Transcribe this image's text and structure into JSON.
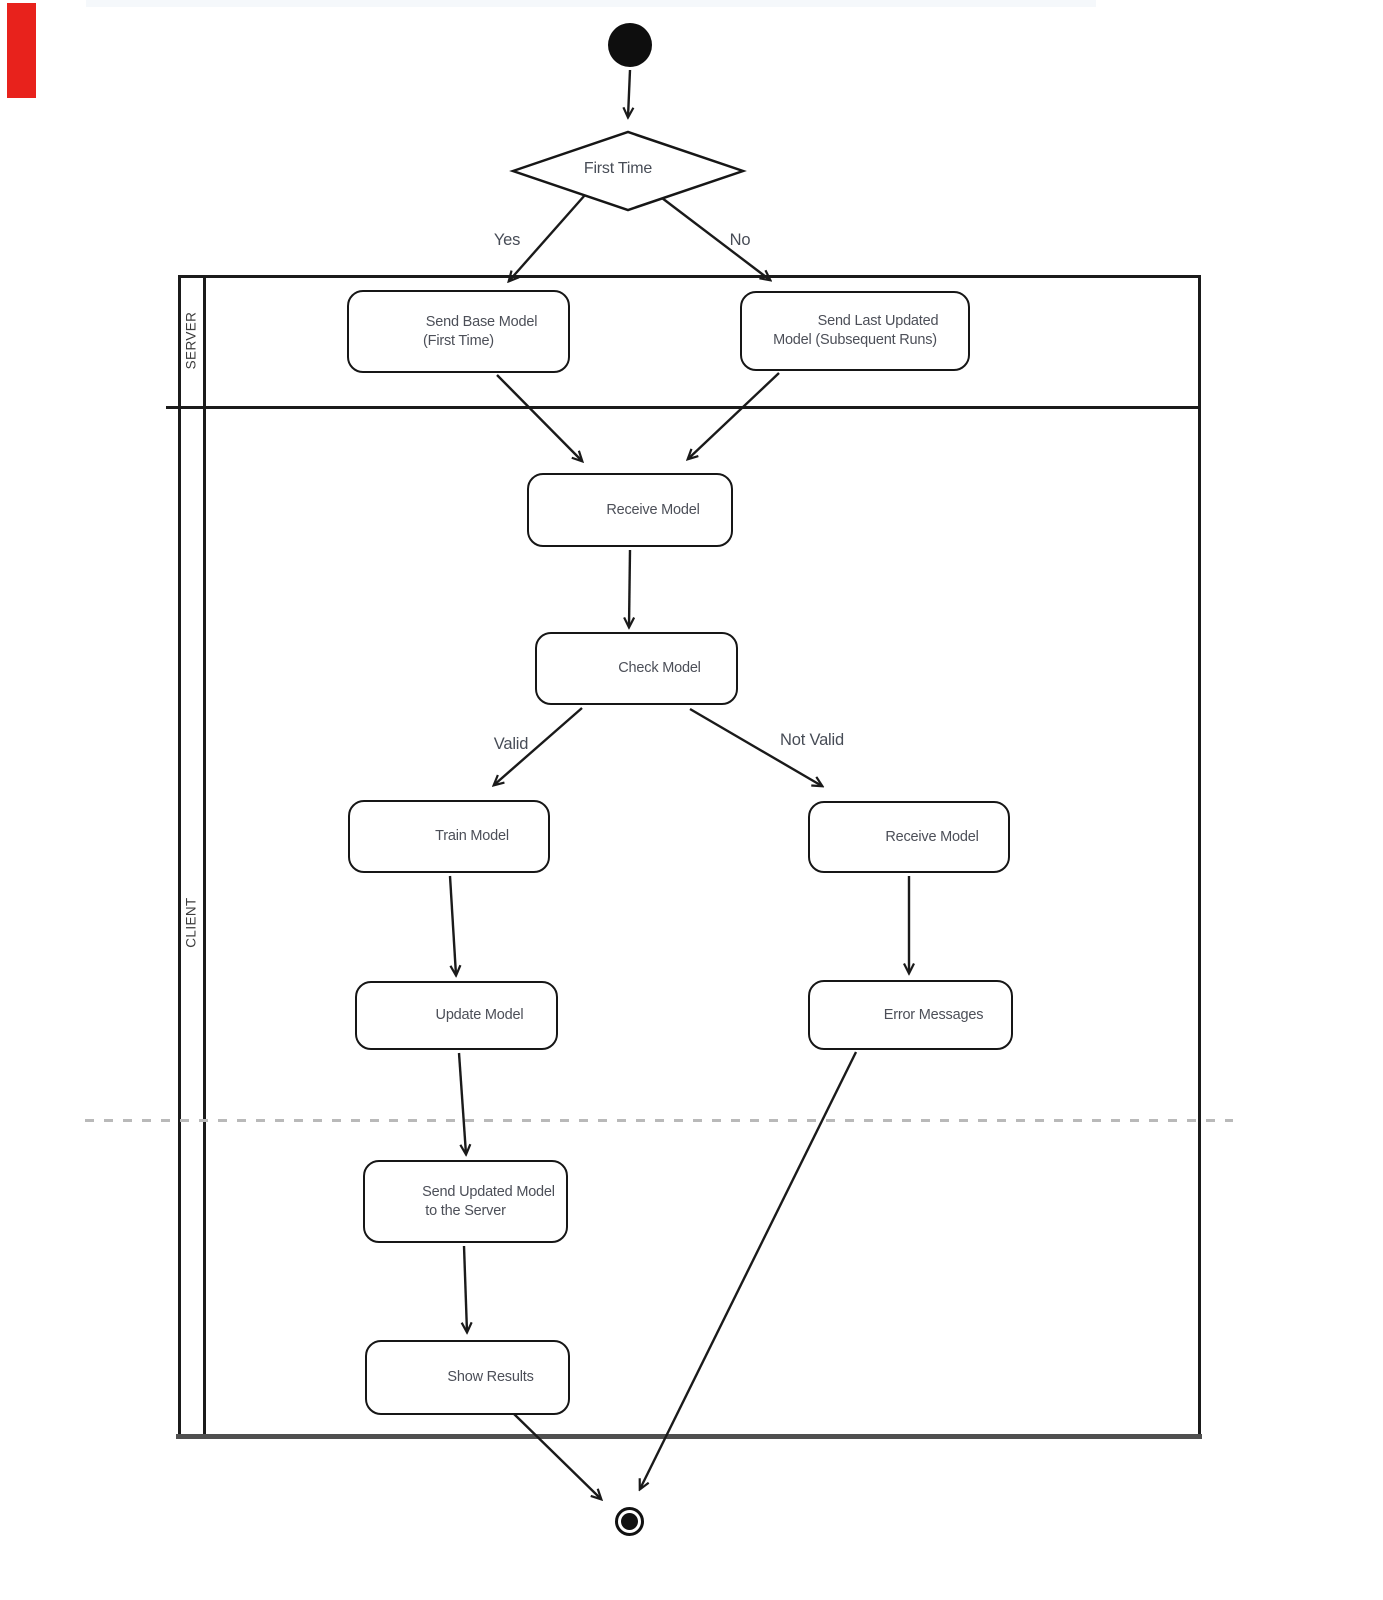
{
  "page": {
    "background_color": "#ffffff"
  },
  "annotations": {
    "red_marker_color": "#e8221c",
    "top_band_color": "#f5f8fb"
  },
  "diagram": {
    "lanes": {
      "server": "SERVER",
      "client": "CLIENT"
    },
    "decision": {
      "label": "First Time"
    },
    "edge_labels": {
      "yes": "Yes",
      "no": "No",
      "valid": "Valid",
      "not_valid": "Not Valid"
    },
    "nodes": {
      "send_base_model": {
        "line1": "Send Base Model",
        "line2": "(First Time)"
      },
      "send_last_updated": {
        "line1": "Send Last Updated",
        "line2": "Model (Subsequent Runs)"
      },
      "receive_model": {
        "line1": "Receive Model"
      },
      "check_model": {
        "line1": "Check Model"
      },
      "train_model": {
        "line1": "Train Model"
      },
      "receive_model_invalid": {
        "line1": "Receive Model"
      },
      "update_model": {
        "line1": "Update Model"
      },
      "error_messages": {
        "line1": "Error Messages"
      },
      "send_updated_model": {
        "line1": "Send Updated Model",
        "line2": "to the Server"
      },
      "show_results": {
        "line1": "Show Results"
      }
    }
  }
}
